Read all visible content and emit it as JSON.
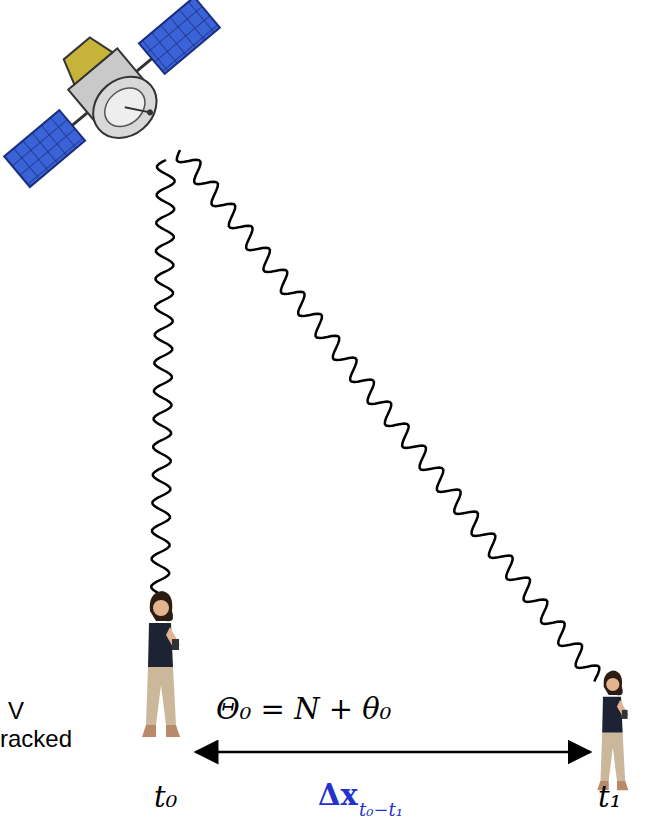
{
  "diagram": {
    "labels": [
      "V",
      "racked",
      "Θ₀ = N + θ₀",
      "Δx",
      "t₀−t₁",
      "t₀",
      "t₁"
    ]
  }
}
